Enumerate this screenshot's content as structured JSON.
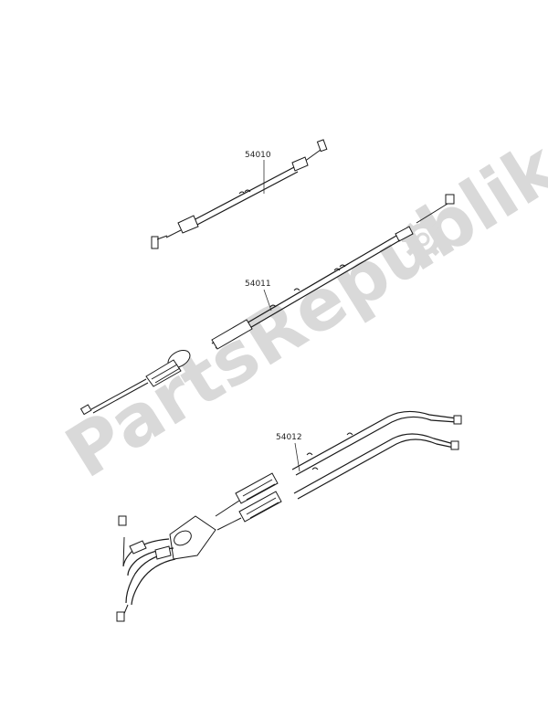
{
  "watermark": {
    "text": "PartsRepublik",
    "icon": "gear-icon"
  },
  "parts": [
    {
      "id": "cable-54010",
      "label": "54010"
    },
    {
      "id": "cable-54011",
      "label": "54011"
    },
    {
      "id": "cable-54012",
      "label": "54012"
    }
  ],
  "colors": {
    "line": "#1a1a1a",
    "watermark": "#d9d9d9"
  }
}
